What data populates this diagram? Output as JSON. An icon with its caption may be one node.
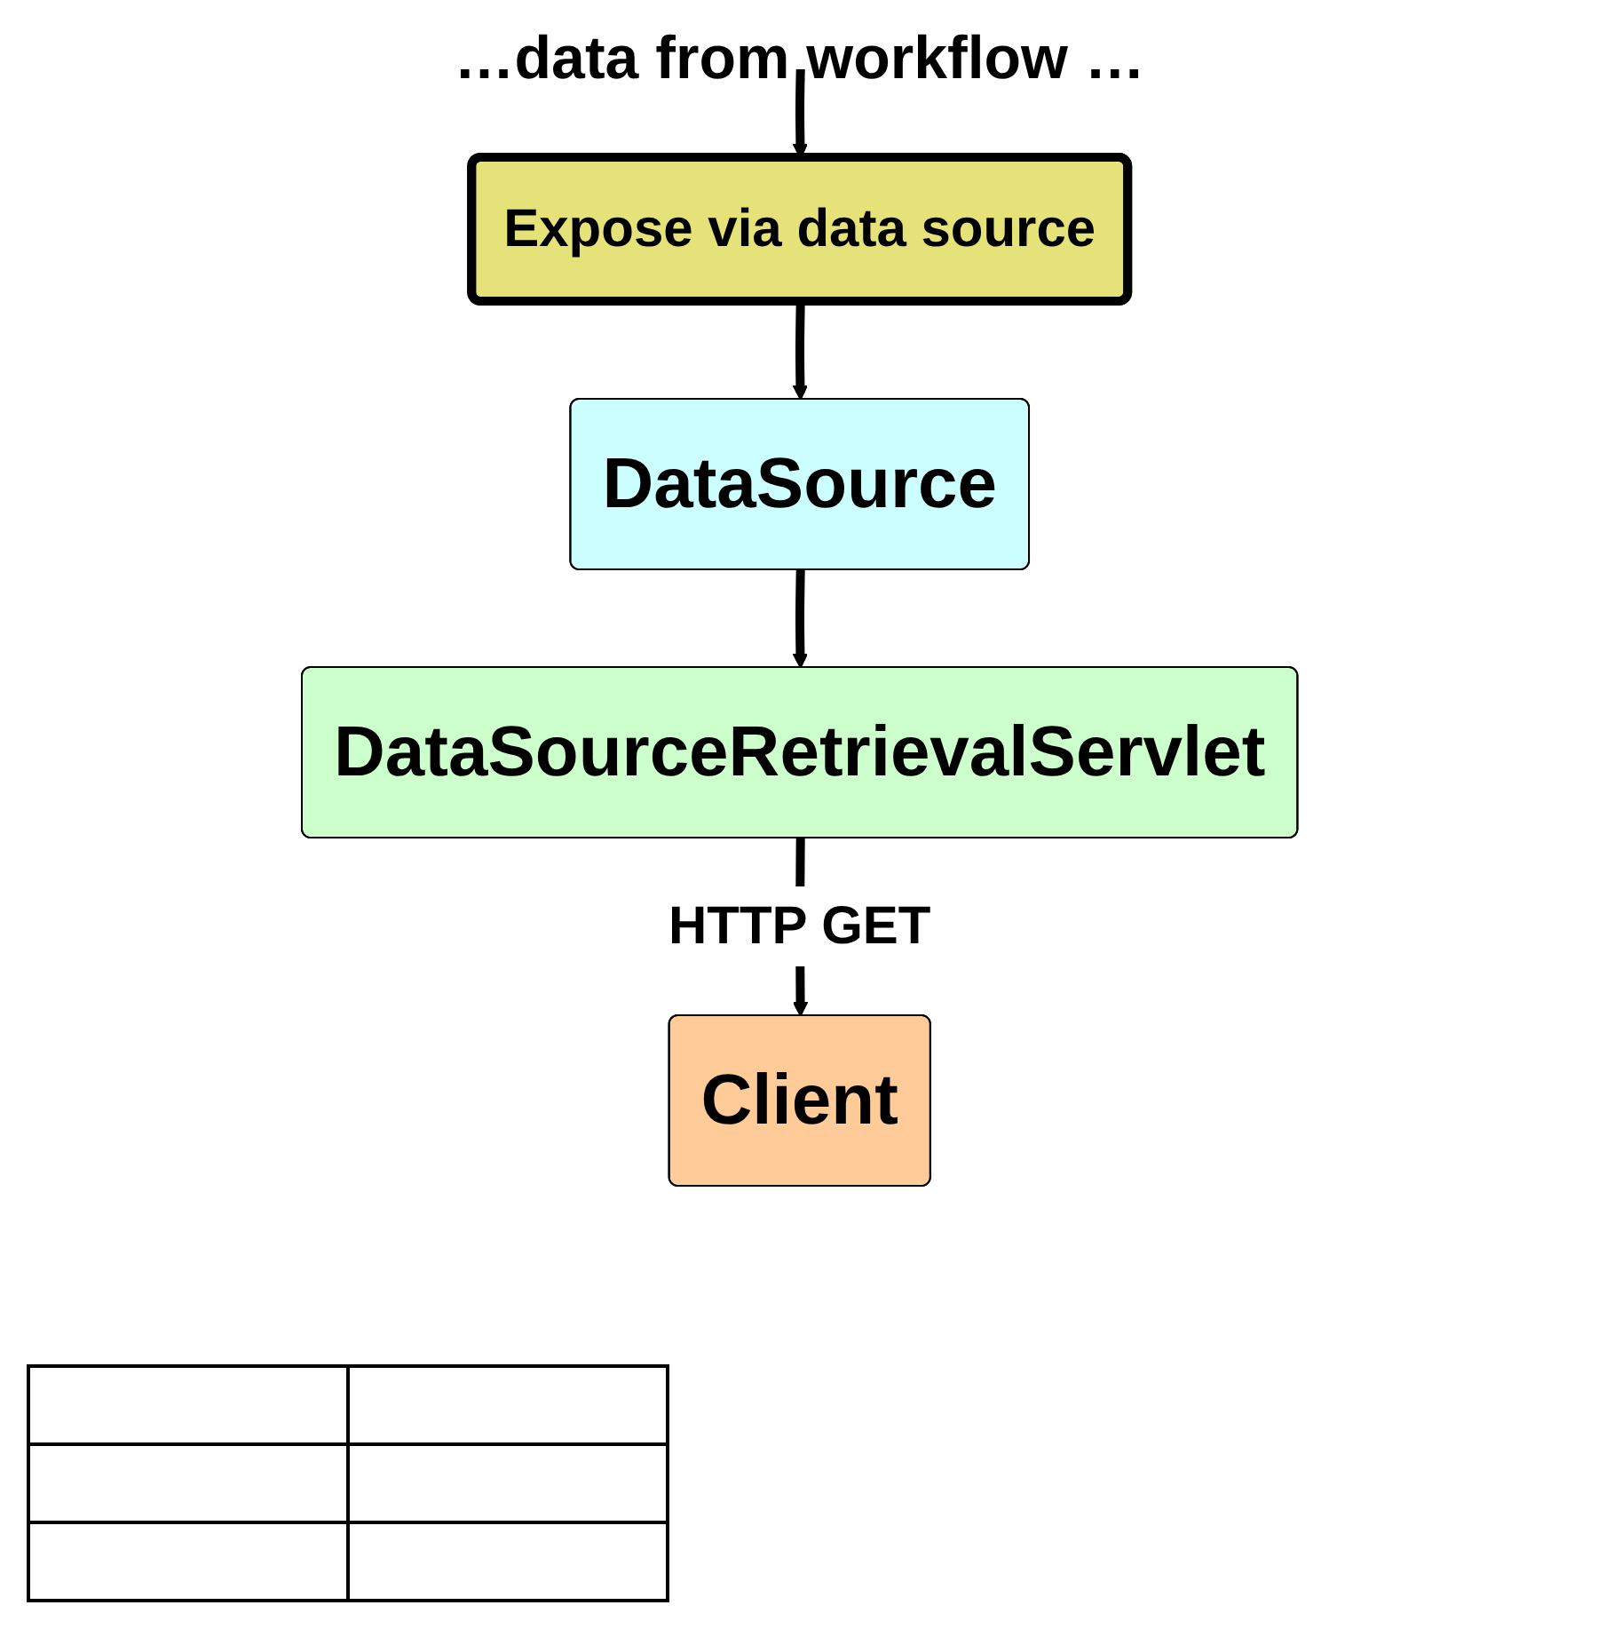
{
  "diagram": {
    "nodes": [
      {
        "text": [
          "…data from workflow …"
        ]
      },
      {
        "text": [
          "Expose via data source"
        ]
      },
      {
        "text": [
          "DataSource"
        ]
      },
      {
        "text": [
          "DataSourceRetrievalServlet"
        ]
      },
      {
        "text": [
          "Client"
        ]
      }
    ],
    "edges": [
      {
        "from": 0,
        "to": 1,
        "arrow": "to"
      },
      {
        "from": 1,
        "to": 2,
        "arrow": "to"
      },
      {
        "from": 2,
        "to": 3,
        "arrow": "to"
      },
      {
        "from": 3,
        "to": 4,
        "arrow": "to",
        "label": "HTTP GET"
      }
    ]
  }
}
